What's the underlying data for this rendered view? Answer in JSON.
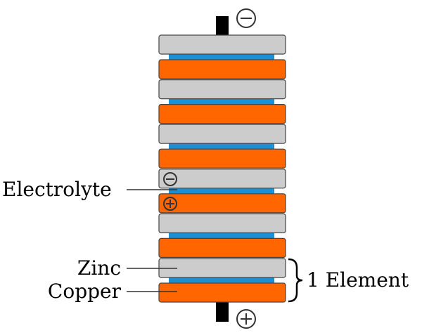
{
  "labels": {
    "electrolyte": "Electrolyte",
    "zinc": "Zinc",
    "copper": "Copper",
    "element": "1 Element"
  },
  "terminals": {
    "top_symbol": "negative-sign",
    "bottom_symbol": "positive-sign"
  },
  "charge_marks": {
    "on_zinc": "negative-sign",
    "on_copper": "positive-sign"
  },
  "stack": {
    "cell_count": 6,
    "cell_layers": [
      "zinc",
      "electrolyte",
      "copper"
    ]
  },
  "colors": {
    "zinc": "#cccccc",
    "copper": "#ff6600",
    "electrolyte": "#1a8fd6",
    "terminal": "#000000",
    "outline": "#444444"
  }
}
